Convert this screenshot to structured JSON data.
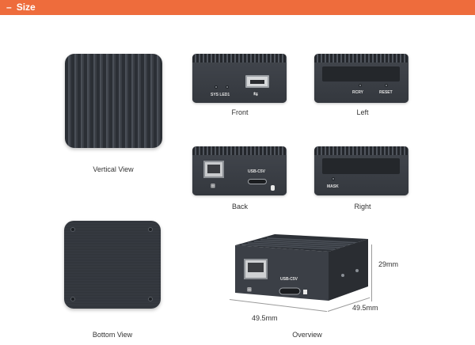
{
  "header": {
    "toggle": "–",
    "title": "Size"
  },
  "views": {
    "vertical": "Vertical View",
    "front": "Front",
    "left": "Left",
    "back": "Back",
    "right": "Right",
    "bottom": "Bottom View",
    "overview": "Overview"
  },
  "device_labels": {
    "sys_led": "SYS LED1",
    "rcry": "RCRY",
    "reset": "RESET",
    "usb_c": "USB-C5V",
    "mask": "MASK",
    "usb_symbol": "⇆"
  },
  "dimensions": {
    "height": "29mm",
    "depth": "49.5mm",
    "width": "49.5mm"
  },
  "colors": {
    "header": "#ee6c3c",
    "device": "#3a3e45",
    "background": "#ffffff"
  }
}
